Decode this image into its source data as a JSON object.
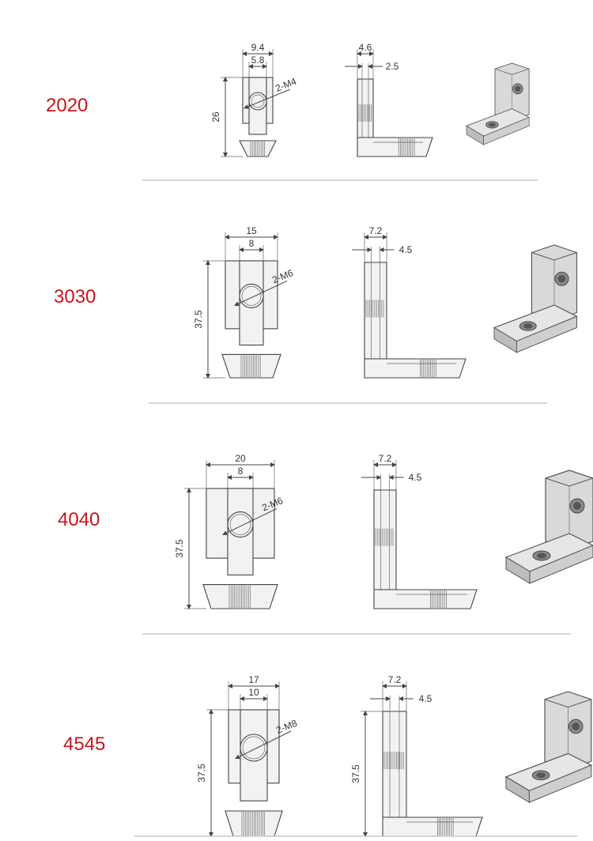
{
  "rows": [
    {
      "label": "2020",
      "front": {
        "width_outer": "9.4",
        "width_inner": "5.8",
        "height": "26",
        "hole": "2-M4"
      },
      "side": {
        "thickness_outer": "4.6",
        "thickness_inner": "2.5"
      }
    },
    {
      "label": "3030",
      "front": {
        "width_outer": "15",
        "width_inner": "8",
        "height": "37.5",
        "hole": "2-M6"
      },
      "side": {
        "thickness_outer": "7.2",
        "thickness_inner": "4.5"
      }
    },
    {
      "label": "4040",
      "front": {
        "width_outer": "20",
        "width_inner": "8",
        "height": "37.5",
        "hole": "2-M6"
      },
      "side": {
        "thickness_outer": "7.2",
        "thickness_inner": "4.5"
      }
    },
    {
      "label": "4545",
      "front": {
        "width_outer": "17",
        "width_inner": "10",
        "height": "37.5",
        "hole": "2-M8"
      },
      "side": {
        "thickness_outer": "7.2",
        "thickness_inner": "4.5",
        "height": "37.5"
      }
    }
  ],
  "colors": {
    "label": "#c4161c",
    "line": "#444444",
    "fill": "#f2f2f2"
  }
}
